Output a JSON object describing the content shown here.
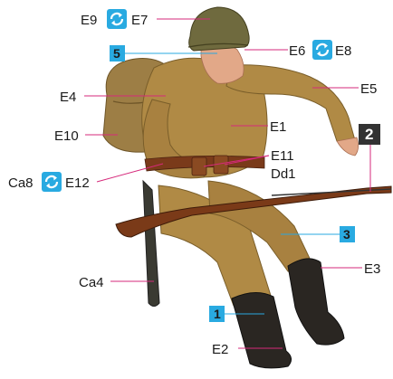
{
  "colors": {
    "leader_magenta": "#d6297b",
    "leader_blue": "#2aa8e0",
    "step_box_blue": "#29aae1",
    "step_box_dark": "#333333",
    "uniform": "#b08a45",
    "helmet": "#6f6a3e",
    "rifle_wood": "#7a3a18",
    "boots": "#2a2622"
  },
  "icons": {
    "swap": "swap-arrows-icon"
  },
  "labels": {
    "e9": "E9",
    "e7": "E7",
    "e6": "E6",
    "e8": "E8",
    "e4": "E4",
    "e5": "E5",
    "e1": "E1",
    "e10": "E10",
    "e11": "E11",
    "dd1": "Dd1",
    "ca8": "Ca8",
    "e12": "E12",
    "ca4": "Ca4",
    "e3": "E3",
    "e2": "E2"
  },
  "steps": {
    "s5": "5",
    "s2": "2",
    "s3": "3",
    "s1": "1"
  }
}
